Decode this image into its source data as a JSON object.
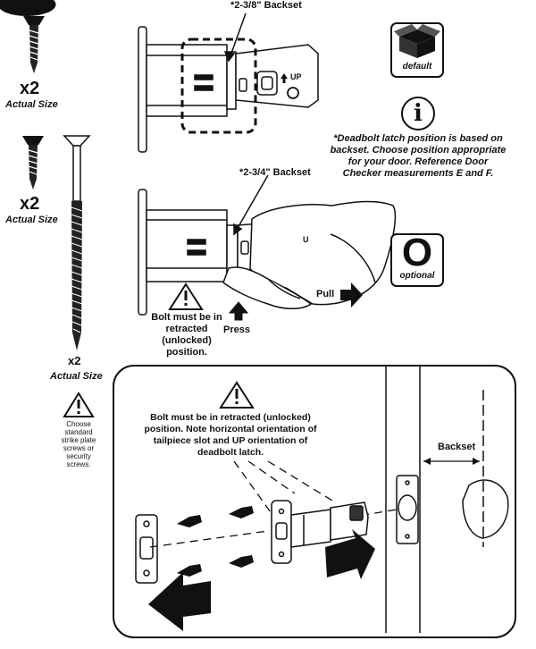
{
  "screws": {
    "top_qty": "x2",
    "top_caption": "Actual Size",
    "mid_qty": "x2",
    "mid_caption": "Actual Size",
    "long_qty": "x2",
    "long_caption": "Actual Size"
  },
  "callouts": {
    "backset_238": "*2-3/8\" Backset",
    "backset_234": "*2-3/4\" Backset",
    "up_label": "UP",
    "pull": "Pull",
    "press": "Press",
    "backset": "Backset"
  },
  "badges": {
    "default_label": "default",
    "optional_letter": "O",
    "optional_label": "optional",
    "info_letter": "i"
  },
  "notes": {
    "info_note": "*Deadbolt latch position is based on backset. Choose position appropriate for your door. Reference Door Checker measurements E and F.",
    "bolt_retracted": "Bolt must be in retracted (unlocked) position.",
    "strike_note": "Choose standard strike plate screws or security screws.",
    "bottom_warning": "Bolt must be in retracted (unlocked) position. Note horizontal orientation of tailpiece slot and UP orientation of deadbolt latch."
  },
  "icons": [
    "screw-icon",
    "box-icon",
    "info-icon",
    "warning-icon",
    "arrow-icon",
    "hand-icon"
  ]
}
